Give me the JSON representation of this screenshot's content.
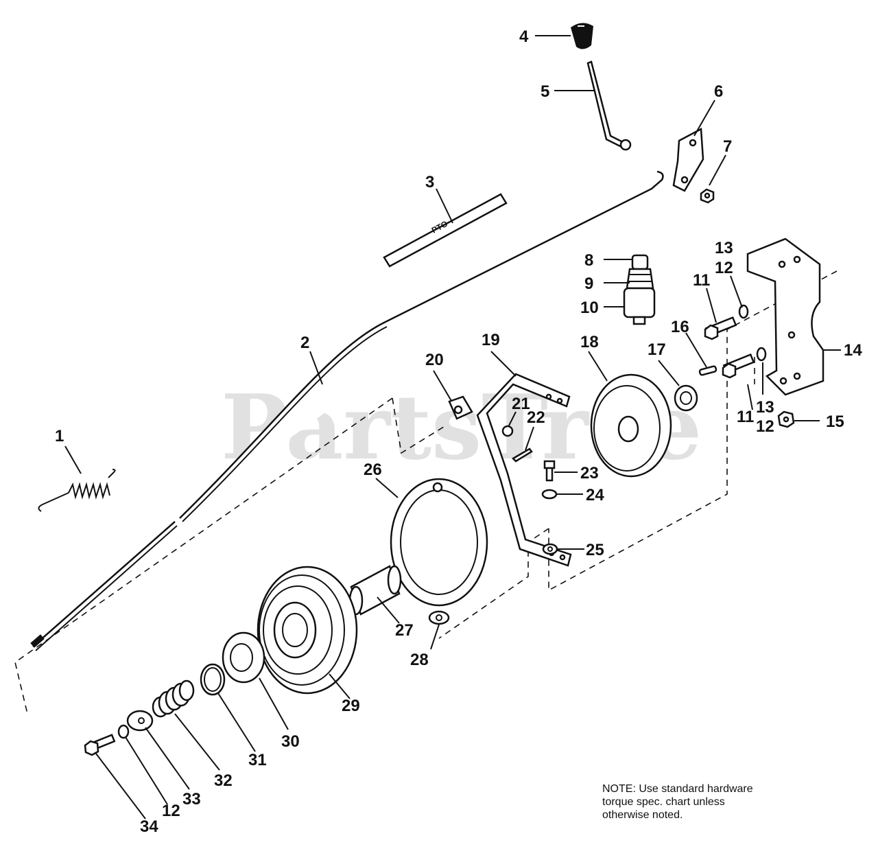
{
  "watermark": "PartsTree",
  "decal_text": "PTO",
  "callouts": {
    "c1": "1",
    "c2": "2",
    "c3": "3",
    "c4": "4",
    "c5": "5",
    "c6": "6",
    "c7": "7",
    "c8": "8",
    "c9": "9",
    "c10": "10",
    "c11a": "11",
    "c11b": "11",
    "c12a": "12",
    "c12b": "12",
    "c12c": "12",
    "c13a": "13",
    "c13b": "13",
    "c14": "14",
    "c15": "15",
    "c16": "16",
    "c17": "17",
    "c18": "18",
    "c19": "19",
    "c20": "20",
    "c21": "21",
    "c22": "22",
    "c23": "23",
    "c24": "24",
    "c25": "25",
    "c26": "26",
    "c27": "27",
    "c28": "28",
    "c29": "29",
    "c30": "30",
    "c31": "31",
    "c32": "32",
    "c33": "33",
    "c34": "34"
  },
  "note": {
    "line1": "NOTE: Use standard hardware",
    "line2": "torque spec. chart unless",
    "line3": "otherwise noted."
  }
}
